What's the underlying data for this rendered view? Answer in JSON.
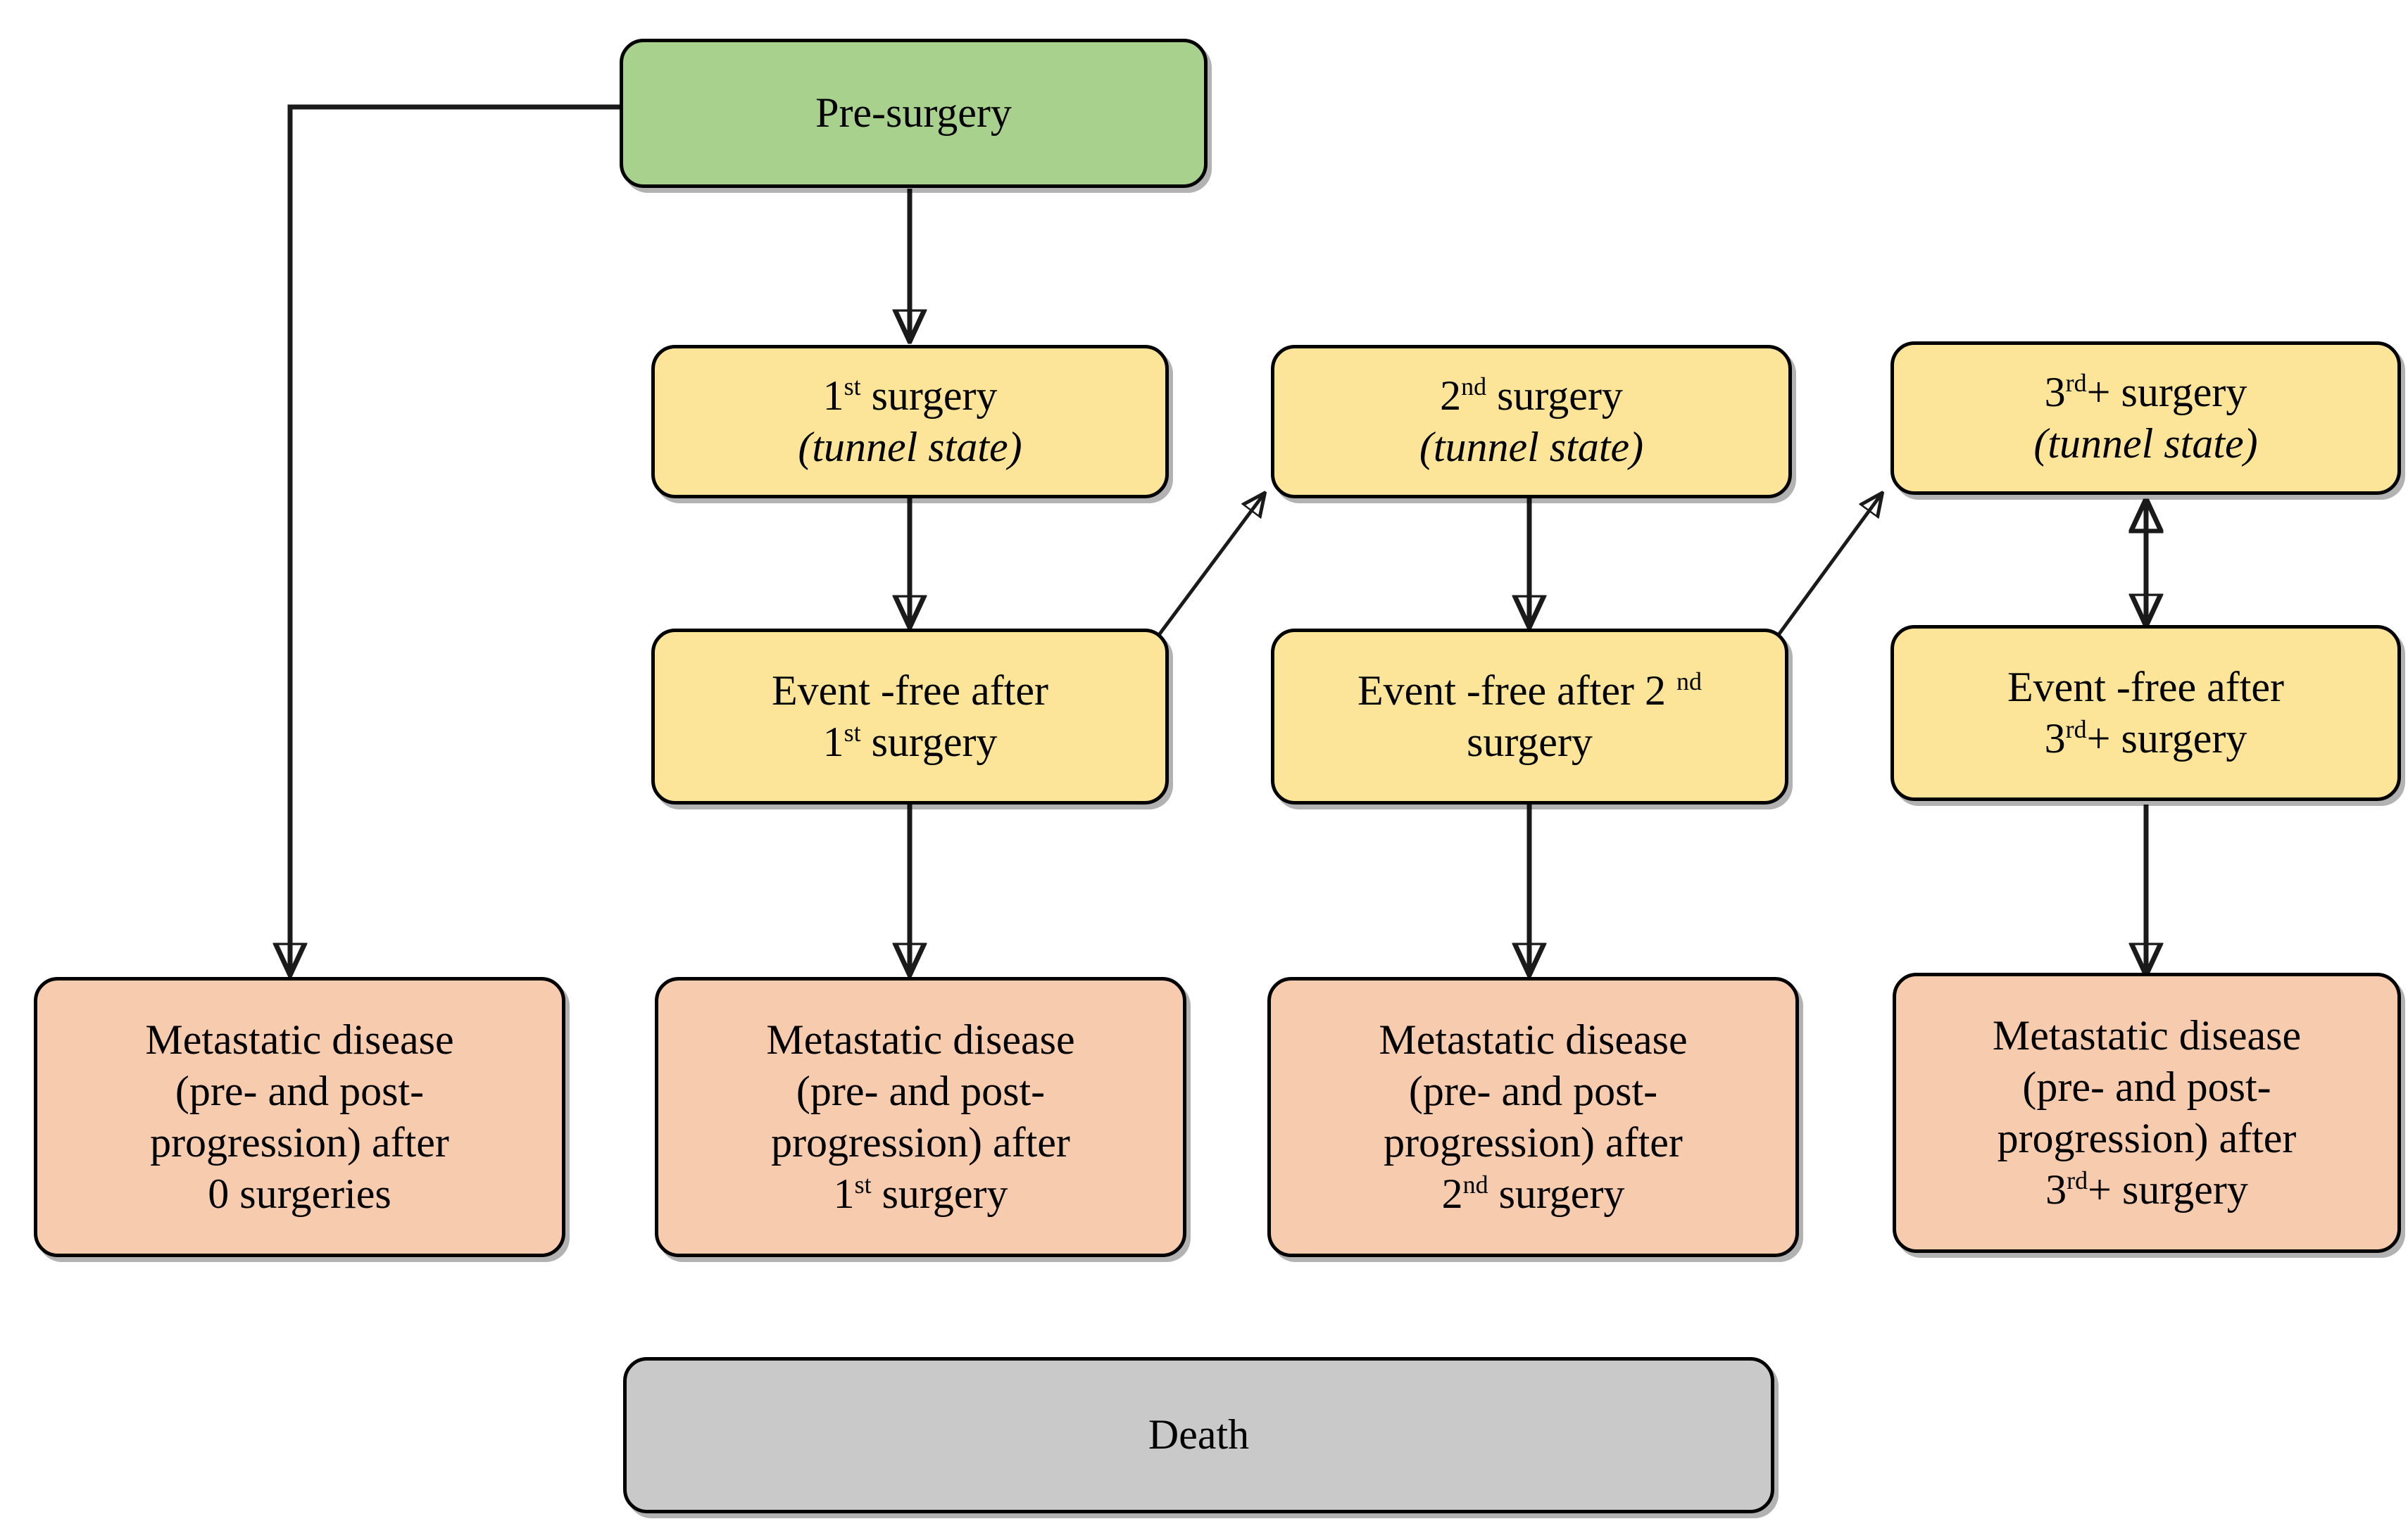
{
  "diagram": {
    "title": "Markov model state transition diagram",
    "colors": {
      "pre_surgery_fill": "#a9d18e",
      "surgery_fill": "#fce599",
      "event_free_fill": "#fce599",
      "metastatic_fill": "#f7cbad",
      "death_fill": "#c9c9c9",
      "border": "#000000",
      "arrow": "#1a1a1a",
      "background": "#ffffff"
    },
    "nodes": {
      "pre_surgery": {
        "label": "Pre-surgery"
      },
      "surgery_1": {
        "line1_num": "1",
        "line1_sup": "st",
        "line1_rest": " surgery",
        "line2": "(tunnel state)"
      },
      "surgery_2": {
        "line1_num": "2",
        "line1_sup": "nd",
        "line1_rest": " surgery",
        "line2": "(tunnel state)"
      },
      "surgery_3": {
        "line1_num": "3",
        "line1_sup": "rd",
        "line1_rest": "+ surgery",
        "line2": "(tunnel state)"
      },
      "event_free_1": {
        "line1": "Event -free after",
        "line2_num": "1",
        "line2_sup": "st",
        "line2_rest": " surgery"
      },
      "event_free_2": {
        "line1_pre": "Event -free after 2 ",
        "line1_sup": "nd",
        "line2": "surgery"
      },
      "event_free_3": {
        "line1": "Event -free after",
        "line2_num": "3",
        "line2_sup": "rd",
        "line2_rest": "+ surgery"
      },
      "metastatic_0": {
        "line1": "Metastatic disease",
        "line2": "(pre- and post-",
        "line3": "progression) after",
        "line4": "0 surgeries"
      },
      "metastatic_1": {
        "line1": "Metastatic disease",
        "line2": "(pre- and post-",
        "line3": "progression) after",
        "line4_num": "1",
        "line4_sup": "st",
        "line4_rest": " surgery"
      },
      "metastatic_2": {
        "line1": "Metastatic disease",
        "line2": "(pre- and post-",
        "line3": "progression) after",
        "line4_num": "2",
        "line4_sup": "nd",
        "line4_rest": " surgery"
      },
      "metastatic_3": {
        "line1": "Metastatic disease",
        "line2": "(pre- and post-",
        "line3": "progression) after",
        "line4_num": "3",
        "line4_sup": "rd",
        "line4_rest": "+ surgery"
      },
      "death": {
        "label": "Death"
      }
    },
    "edges": [
      {
        "from": "pre_surgery",
        "to": "metastatic_0",
        "style": "orthogonal",
        "arrowheads": 1
      },
      {
        "from": "pre_surgery",
        "to": "surgery_1",
        "style": "straight-down",
        "arrowheads": 1
      },
      {
        "from": "surgery_1",
        "to": "event_free_1",
        "style": "straight-down",
        "arrowheads": 1
      },
      {
        "from": "event_free_1",
        "to": "metastatic_1",
        "style": "straight-down",
        "arrowheads": 1
      },
      {
        "from": "event_free_1",
        "to": "surgery_2",
        "style": "diagonal",
        "arrowheads": 1
      },
      {
        "from": "surgery_2",
        "to": "event_free_2",
        "style": "straight-down",
        "arrowheads": 1
      },
      {
        "from": "event_free_2",
        "to": "metastatic_2",
        "style": "straight-down",
        "arrowheads": 1
      },
      {
        "from": "event_free_2",
        "to": "surgery_3",
        "style": "diagonal",
        "arrowheads": 1
      },
      {
        "from": "surgery_3",
        "to": "event_free_3",
        "style": "straight-down",
        "arrowheads": 2
      },
      {
        "from": "event_free_3",
        "to": "metastatic_3",
        "style": "straight-down",
        "arrowheads": 1
      }
    ]
  }
}
